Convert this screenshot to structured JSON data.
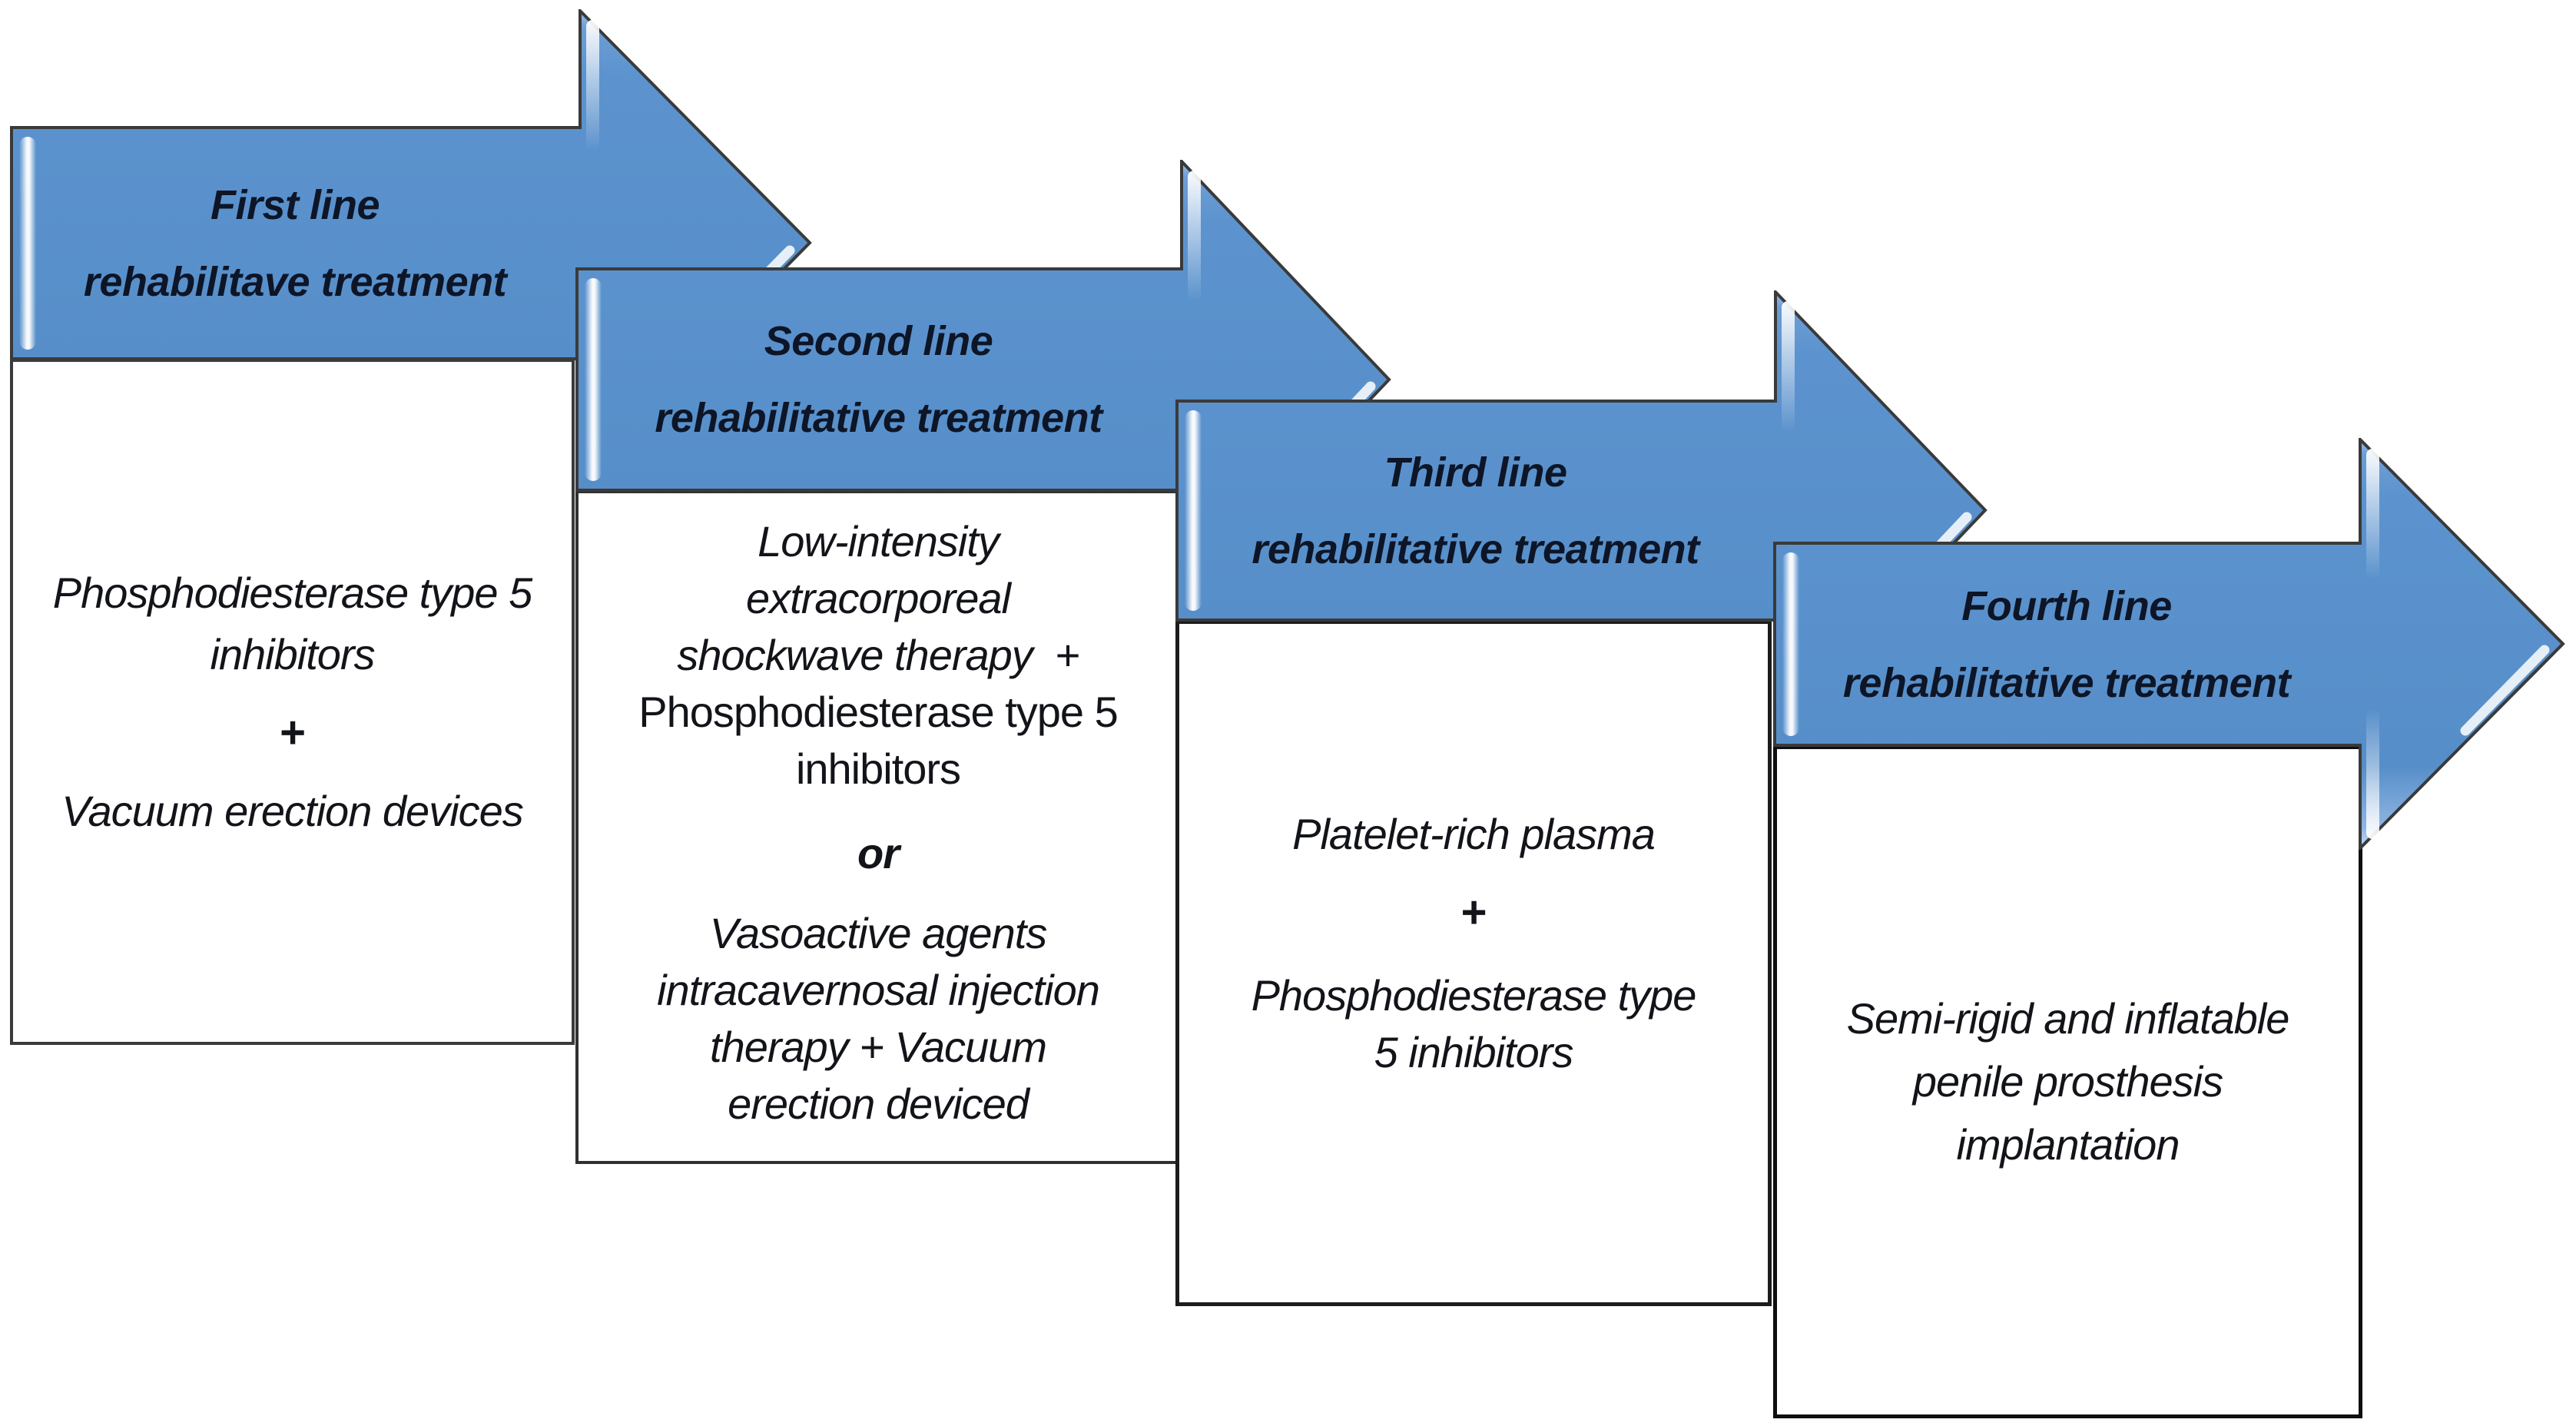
{
  "diagram": {
    "colors": {
      "arrow_blue": "#5B92CD",
      "arrow_blue_light": "#C6DCF3",
      "arrow_border": "#3A3A3A",
      "box_border": "#2B2B2B",
      "text": "#121419",
      "header_text": "#0D1526",
      "background": "#FFFFFF"
    },
    "steps": [
      {
        "header": {
          "line1": "First line",
          "line2": "rehabilitave treatment"
        },
        "box": {
          "l1": "Phosphodiesterase type 5",
          "l2": "inhibitors",
          "plus": "+",
          "l3": "Vacuum erection devices"
        }
      },
      {
        "header": {
          "line1": "Second line",
          "line2": "rehabilitative treatment"
        },
        "box": {
          "i1": "Low-intensity",
          "i2": "extracorporeal",
          "i3": "shockwave therapy  +",
          "u1": "Phosphodiesterase type 5",
          "u2": "inhibitors",
          "or": "or",
          "v1": "Vasoactive agents",
          "v2": "intracavernosal injection",
          "v3": "therapy + Vacuum",
          "v4": "erection deviced"
        }
      },
      {
        "header": {
          "line1": "Third line",
          "line2": "rehabilitative treatment"
        },
        "box": {
          "l1": "Platelet-rich plasma",
          "plus": "+",
          "l2": "Phosphodiesterase type",
          "l3": "5 inhibitors"
        }
      },
      {
        "header": {
          "line1": "Fourth line",
          "line2": "rehabilitative treatment"
        },
        "box": {
          "l1": "Semi-rigid and inflatable",
          "l2": "penile prosthesis",
          "l3": "implantation"
        }
      }
    ]
  }
}
